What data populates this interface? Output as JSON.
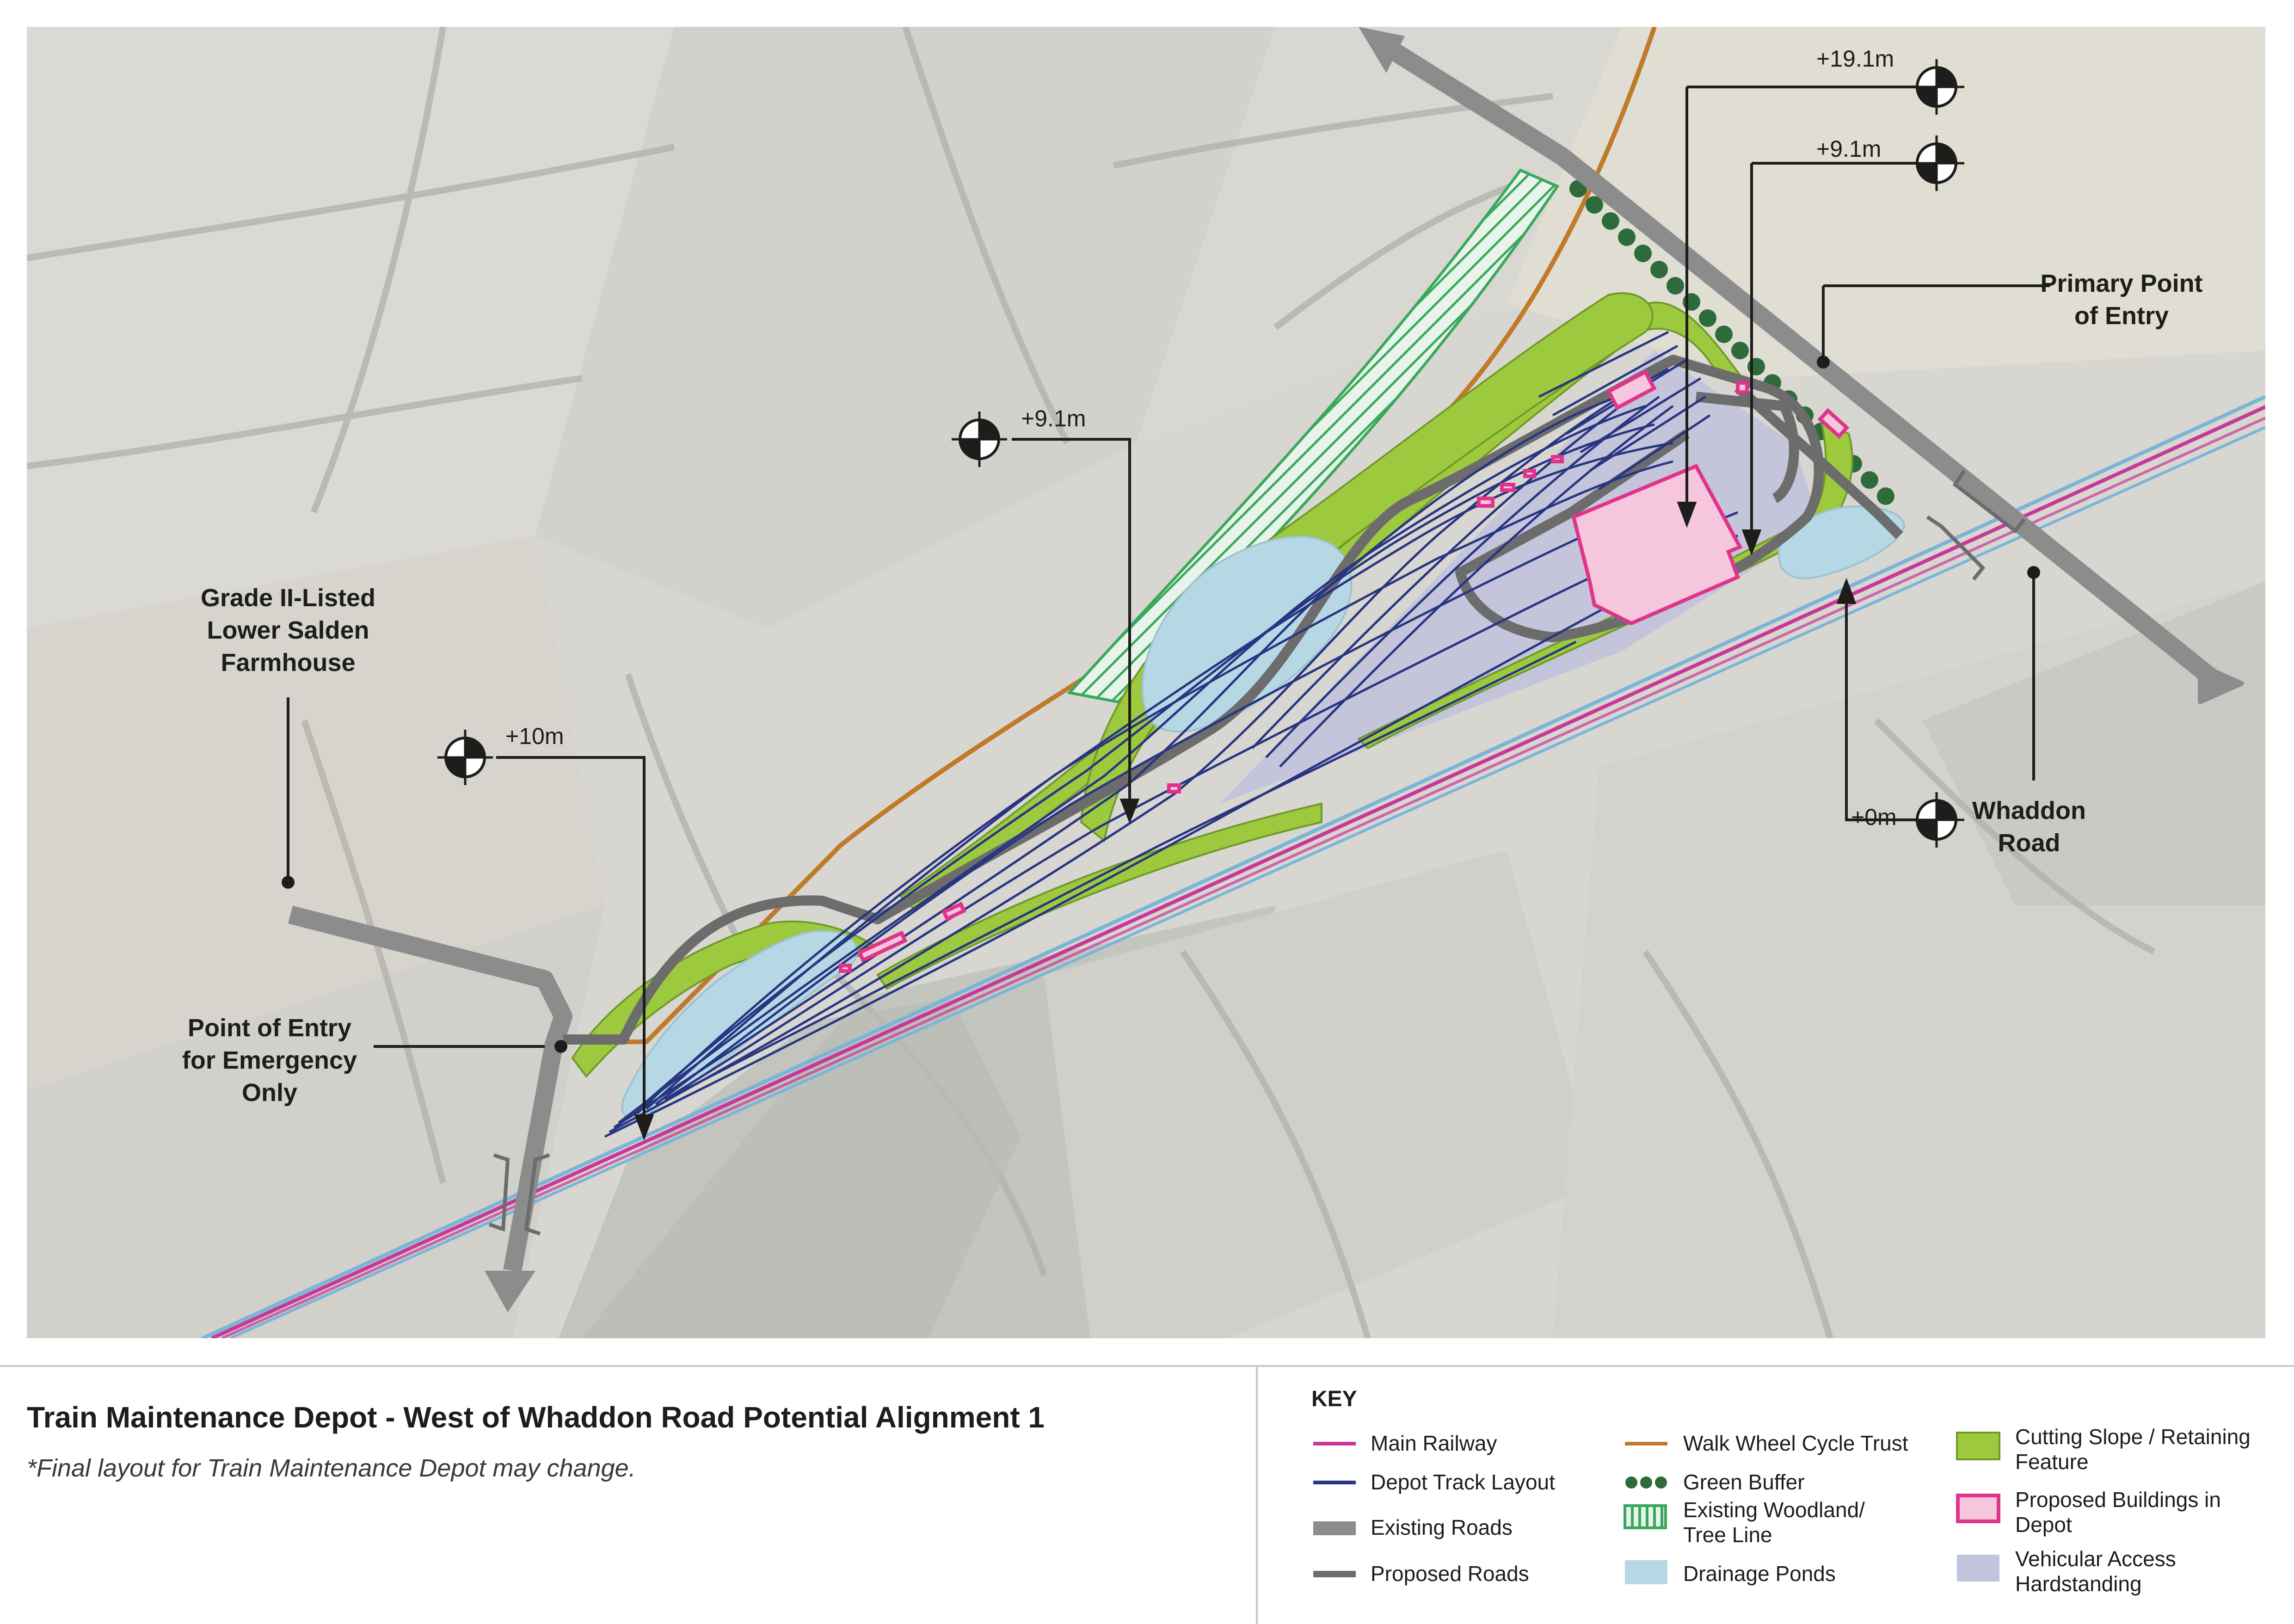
{
  "map": {
    "labels": {
      "farmhouse": "Grade II-Listed\nLower Salden\nFarmhouse",
      "emergency_entry": "Point of Entry\nfor Emergency\nOnly",
      "primary_entry": "Primary Point\nof Entry",
      "whaddon_road": "Whaddon\nRoad"
    },
    "elevations": {
      "e1": "+19.1m",
      "e2": "+9.1m",
      "e3": "+9.1m",
      "e4": "+10m",
      "e5": "+0m"
    }
  },
  "footer": {
    "title": "Train Maintenance Depot - West of Whaddon Road Potential Alignment 1",
    "note": "*Final layout for Train Maintenance Depot may change."
  },
  "key": {
    "title": "KEY",
    "items": [
      {
        "label": "Main Railway",
        "color": "#c6399a",
        "icon": "pink-line"
      },
      {
        "label": "Depot Track Layout",
        "color": "#283582",
        "icon": "navy-line"
      },
      {
        "label": "Existing Roads",
        "color": "#8c8c8c",
        "icon": "grey-bar"
      },
      {
        "label": "Proposed Roads",
        "color": "#6c6c6c",
        "icon": "dark-grey-line"
      },
      {
        "label": "Walk Wheel Cycle Trust",
        "color": "#c07a2c",
        "icon": "orange-line"
      },
      {
        "label": "Green Buffer",
        "color": "#2d6b3a",
        "icon": "tree-dots"
      },
      {
        "label": "Existing Woodland/\nTree Line",
        "color": "#3aa85c",
        "icon": "hatched-box"
      },
      {
        "label": "Drainage Ponds",
        "color": "#b6d8e4",
        "icon": "blue-box"
      },
      {
        "label": "Cutting Slope / Retaining\nFeature",
        "color": "#9dc93e",
        "icon": "green-box"
      },
      {
        "label": "Proposed Buildings in\nDepot",
        "color": "#e0338a",
        "icon": "pink-box"
      },
      {
        "label": "Vehicular Access\nHardstanding",
        "color": "#c2c3dc",
        "icon": "lavender-box"
      }
    ]
  }
}
